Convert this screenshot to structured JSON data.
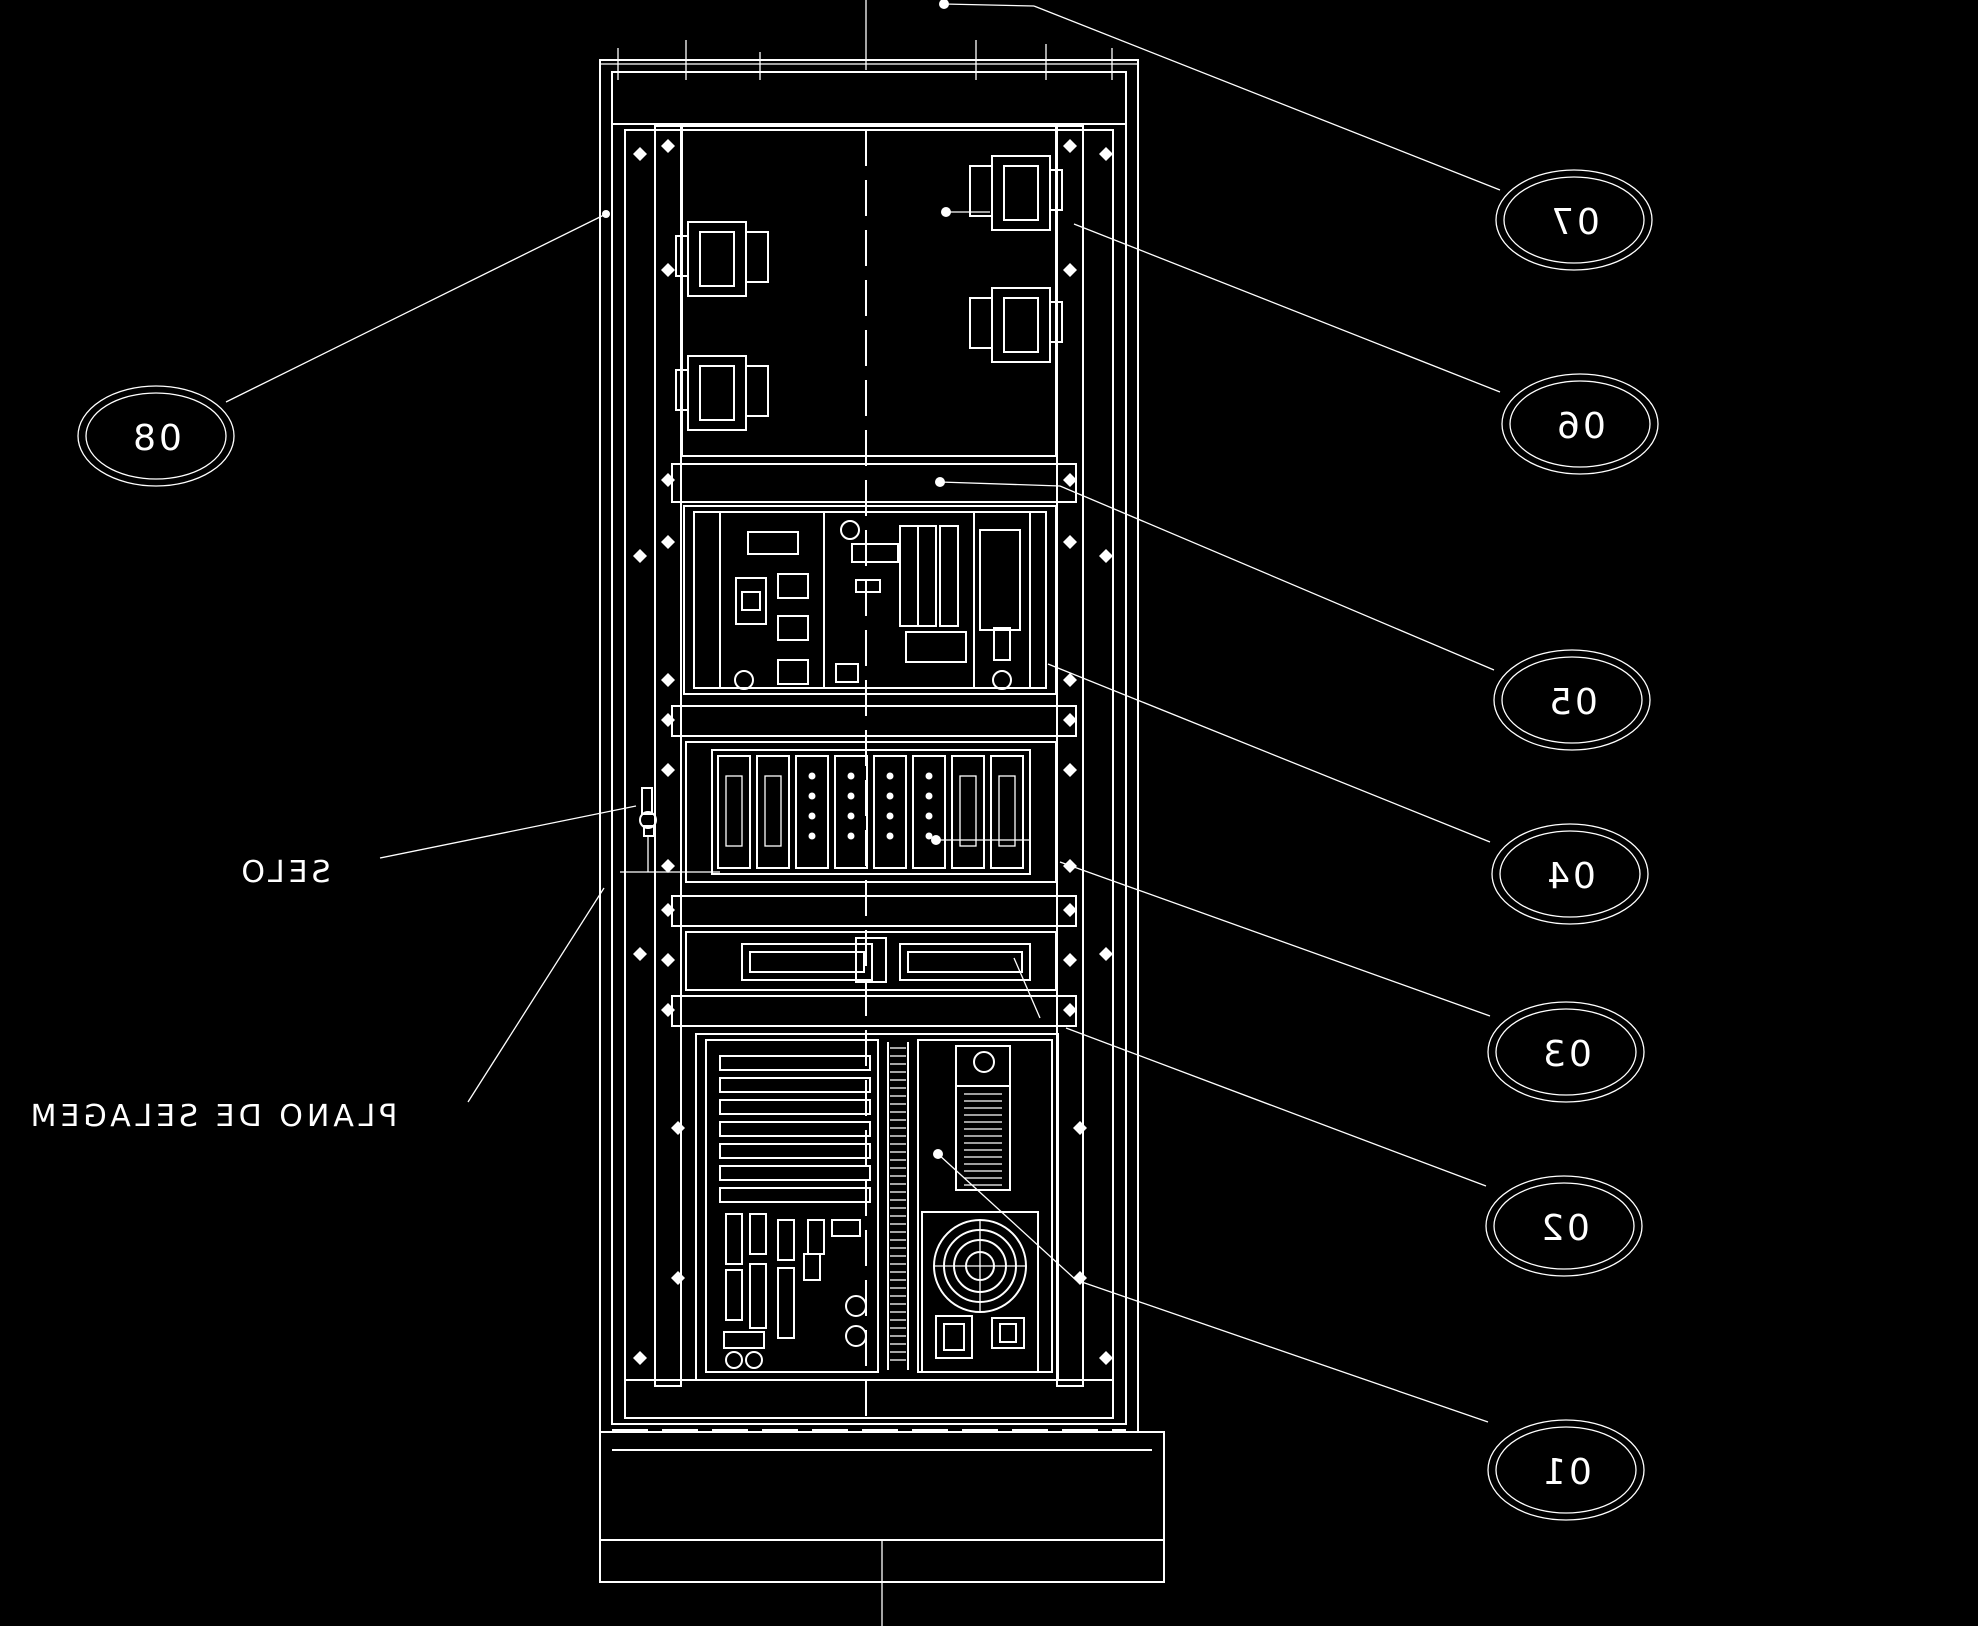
{
  "diagram": {
    "background": "#000000",
    "foreground": "#ffffff",
    "callouts": [
      {
        "id": "07",
        "label": "07"
      },
      {
        "id": "06",
        "label": "06"
      },
      {
        "id": "05",
        "label": "05"
      },
      {
        "id": "04",
        "label": "04"
      },
      {
        "id": "03",
        "label": "03"
      },
      {
        "id": "02",
        "label": "02"
      },
      {
        "id": "01",
        "label": "01"
      },
      {
        "id": "08",
        "label": "08"
      }
    ],
    "labels": {
      "selo": "SELO",
      "plano": "PLANO DE SELAGEM"
    }
  }
}
